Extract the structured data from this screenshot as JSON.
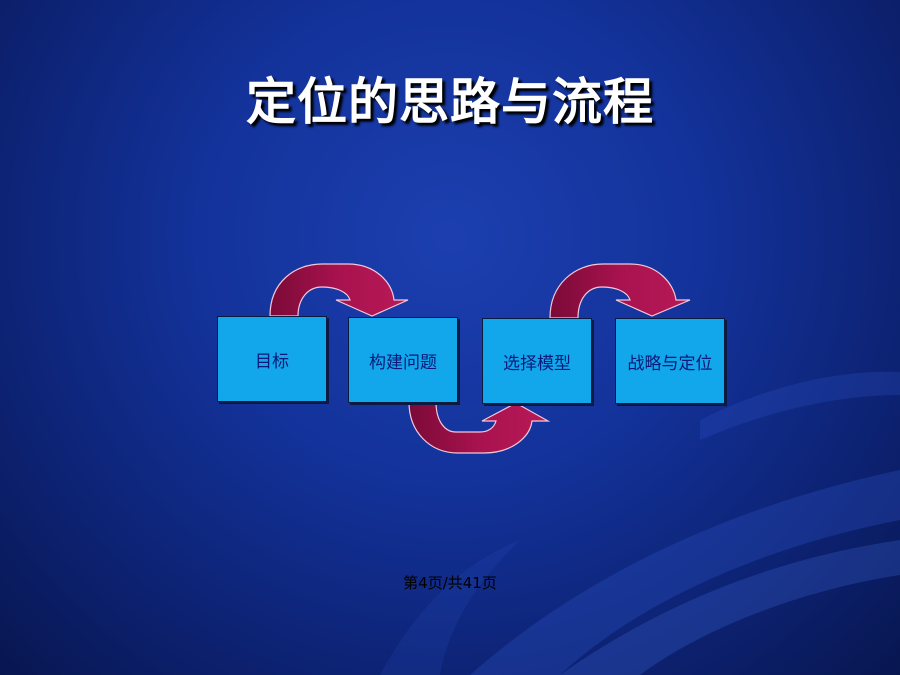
{
  "slide": {
    "title": "定位的思路与流程",
    "footer": "第4页/共41页"
  },
  "diagram": {
    "steps": [
      {
        "label": "目标"
      },
      {
        "label": "构建问题"
      },
      {
        "label": "选择模型"
      },
      {
        "label": "战略与定位"
      }
    ]
  },
  "colors": {
    "background": "#13329a",
    "box_fill": "#12a6ea",
    "box_text": "#0a1a7a",
    "arrow_fill": "#a0104a",
    "arrow_stroke": "#f4c8d8",
    "title_text": "#ffffff"
  }
}
